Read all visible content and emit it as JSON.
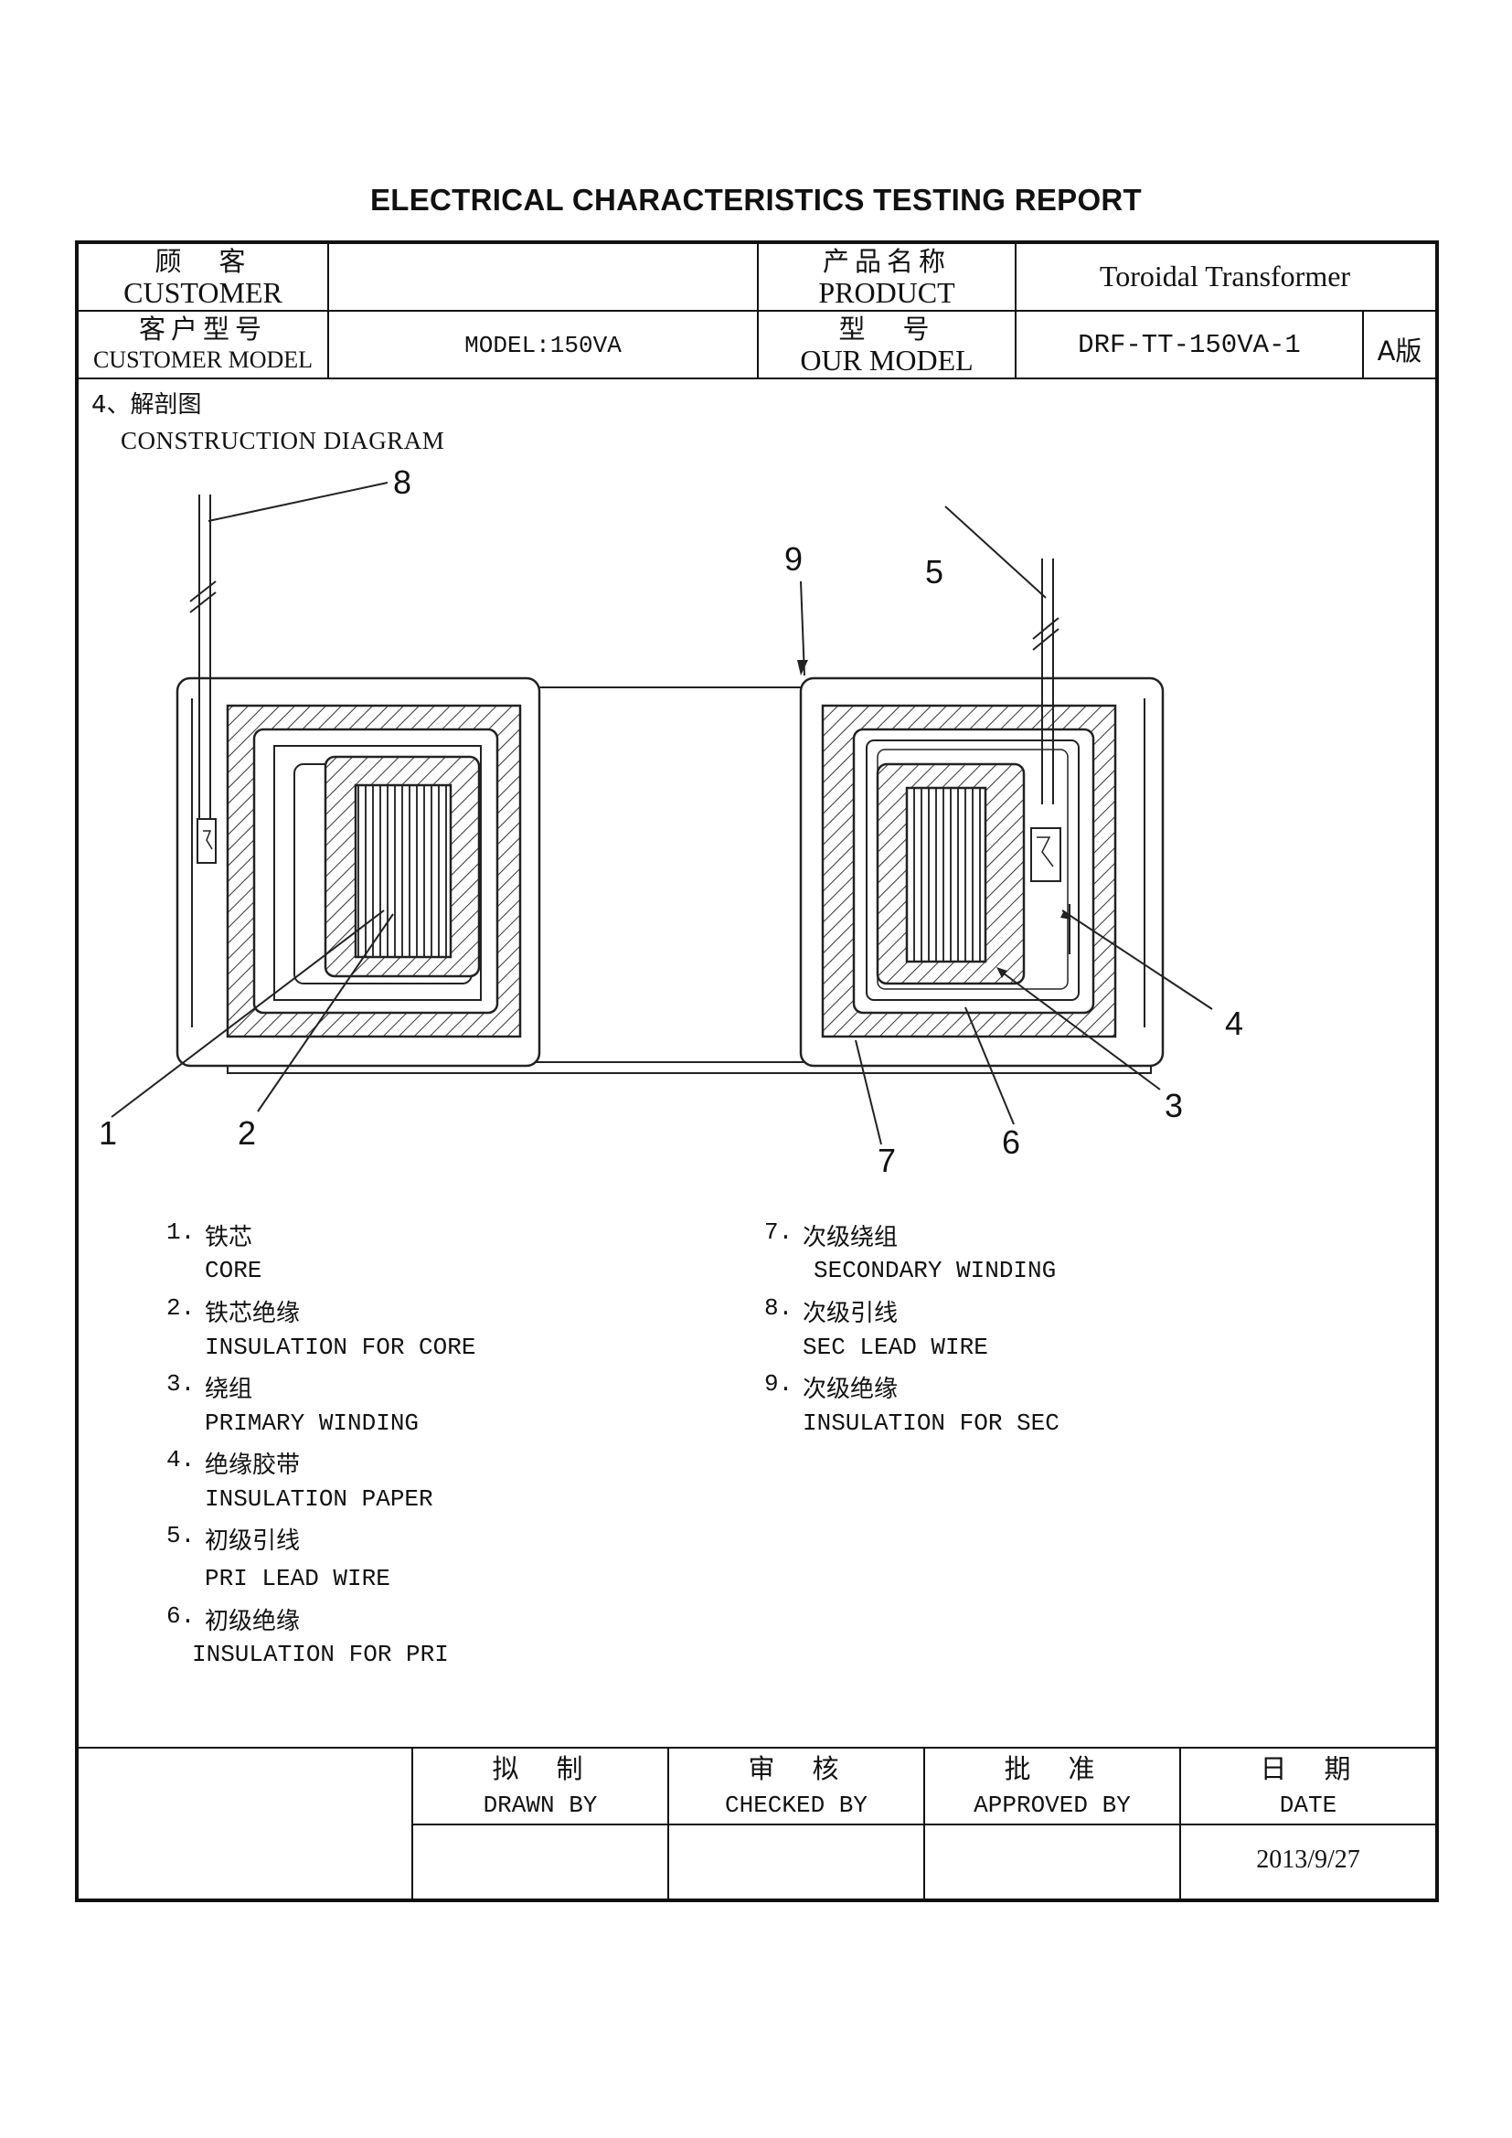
{
  "report_title": "ELECTRICAL CHARACTERISTICS TESTING REPORT",
  "header": {
    "customer_zh": "顾　客",
    "customer_en": "CUSTOMER",
    "customer_value": "",
    "product_zh": "产品名称",
    "product_en": "PRODUCT",
    "product_value": "Toroidal Transformer",
    "customer_model_zh": "客户型号",
    "customer_model_en": "CUSTOMER MODEL",
    "customer_model_value": "MODEL:150VA",
    "our_model_zh": "型　号",
    "our_model_en": "OUR MODEL",
    "our_model_value": "DRF-TT-150VA-1",
    "version": "A版"
  },
  "section": {
    "heading_zh": "4、解剖图",
    "heading_en": "CONSTRUCTION DIAGRAM"
  },
  "diagram": {
    "callouts": [
      "1",
      "2",
      "3",
      "4",
      "5",
      "6",
      "7",
      "8",
      "9"
    ]
  },
  "legend": [
    {
      "num": "1.",
      "zh": "铁芯",
      "en": "CORE"
    },
    {
      "num": "2.",
      "zh": "铁芯绝缘",
      "en": "INSULATION FOR CORE"
    },
    {
      "num": "3.",
      "zh": "绕组",
      "en": "PRIMARY WINDING"
    },
    {
      "num": "4.",
      "zh": "绝缘胶带",
      "en": "INSULATION PAPER"
    },
    {
      "num": "5.",
      "zh": "初级引线",
      "en": "PRI LEAD WIRE"
    },
    {
      "num": "6.",
      "zh": "初级绝缘",
      "en": "INSULATION FOR PRI"
    },
    {
      "num": "7.",
      "zh": "次级绕组",
      "en": "SECONDARY WINDING"
    },
    {
      "num": "8.",
      "zh": "次级引线",
      "en": "SEC LEAD WIRE"
    },
    {
      "num": "9.",
      "zh": "次级绝缘",
      "en": "INSULATION FOR SEC"
    }
  ],
  "signoff": {
    "drawn_zh": "拟　制",
    "drawn_en": "DRAWN BY",
    "drawn_value": "",
    "checked_zh": "审　核",
    "checked_en": "CHECKED BY",
    "checked_value": "",
    "approved_zh": "批　准",
    "approved_en": "APPROVED BY",
    "approved_value": "",
    "date_zh": "日　期",
    "date_en": "DATE",
    "date_value": "2013/9/27"
  }
}
